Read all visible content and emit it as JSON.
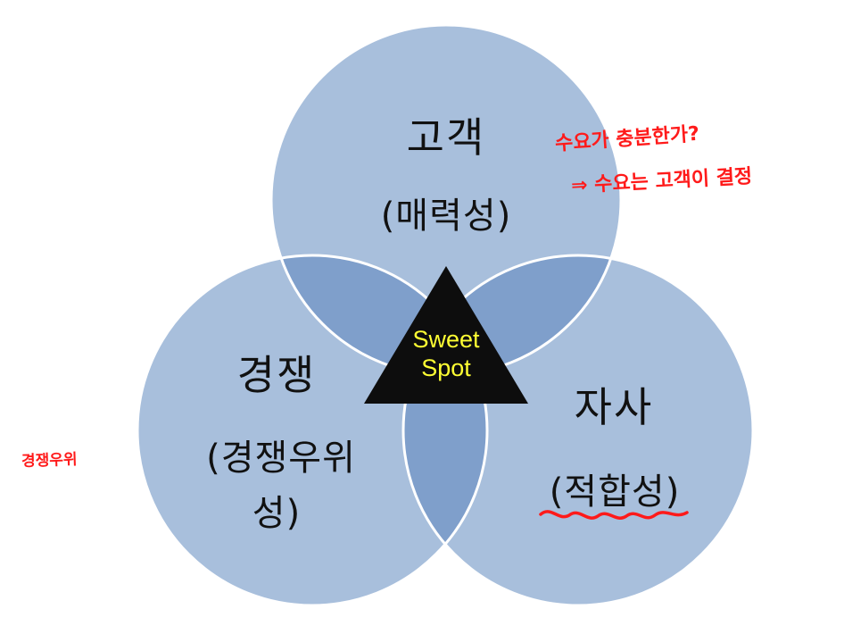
{
  "colors": {
    "circle_fill": "#a8bfdc",
    "overlap_fill": "#7f9fcb",
    "circle_stroke": "#ffffff",
    "triangle_fill": "#0d0d0d",
    "sweet_spot_text": "#ffff33",
    "annotation": "#ff1a1a"
  },
  "circles": {
    "customer": {
      "title": "고객",
      "subtitle": "(매력성)"
    },
    "competition": {
      "title": "경쟁",
      "subtitle_line1": "(경쟁우위",
      "subtitle_line2": "성)"
    },
    "company": {
      "title": "자사",
      "subtitle": "(적합성)"
    }
  },
  "center": {
    "line1": "Sweet",
    "line2": "Spot"
  },
  "annotations": {
    "customer_note1": "수요가 충분한가?",
    "customer_note2": "⇒ 수요는 고객이 결정",
    "competition_note": "경쟁우위"
  }
}
